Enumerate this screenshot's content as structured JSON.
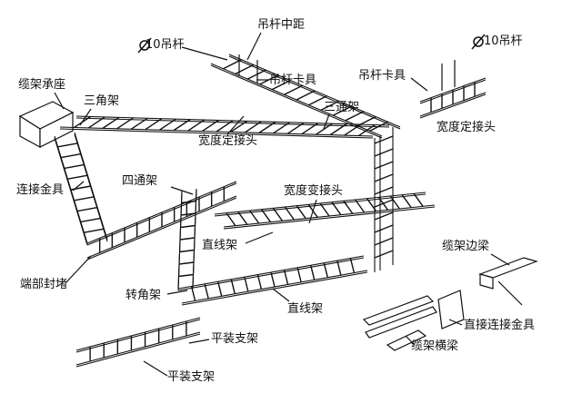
{
  "diagram": {
    "labels": {
      "rod_spacing": "吊杆中距",
      "rod_10_left": "10吊杆",
      "rod_10_right": "10吊杆",
      "rod_10_prefix": "Φ",
      "rod_clamp_top": "吊杆卡具",
      "rod_clamp_right": "吊杆卡具",
      "tray_support": "缆架承座",
      "triangle_frame": "三角架",
      "tee_frame": "三通架",
      "width_fixed_joint_mid": "宽度定接头",
      "width_fixed_joint_right": "宽度定接头",
      "connector_hardware": "连接金具",
      "cross_frame": "四通架",
      "width_change_joint": "宽度变接头",
      "straight_frame_mid": "直线架",
      "straight_frame_low": "直线架",
      "end_cap": "端部封堵",
      "corner_frame": "转角架",
      "tray_side_beam": "缆架边梁",
      "direct_connector": "直接连接金具",
      "tray_cross_beam": "缆架横梁",
      "flat_support_upper": "平装支架",
      "flat_support_lower": "平装支架"
    }
  }
}
